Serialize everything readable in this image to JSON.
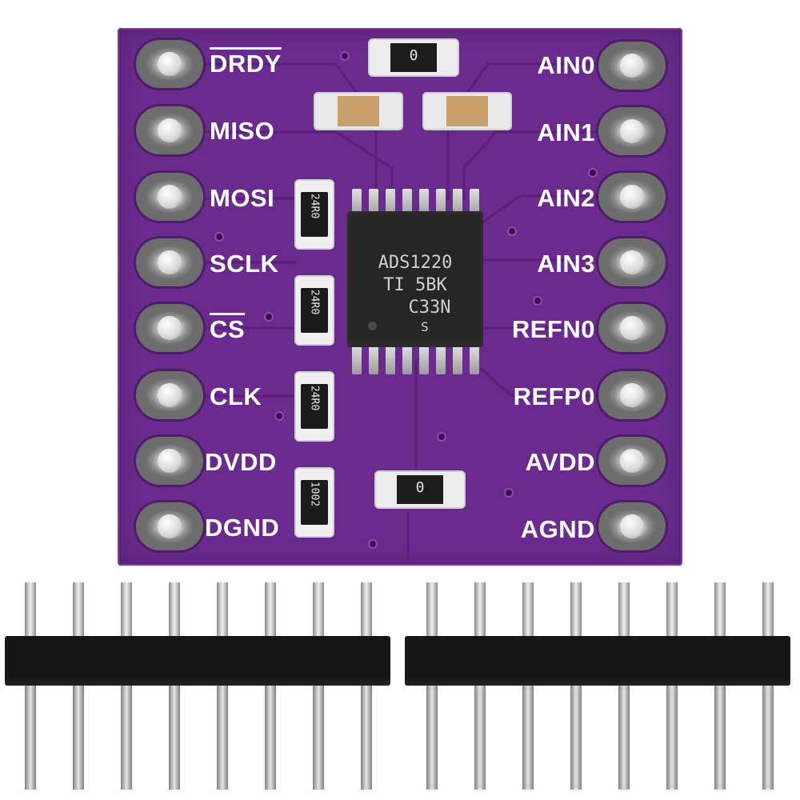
{
  "board": {
    "left_pins": [
      {
        "label": "DRDY",
        "overline": true
      },
      {
        "label": "MISO",
        "overline": false
      },
      {
        "label": "MOSI",
        "overline": false
      },
      {
        "label": "SCLK",
        "overline": false
      },
      {
        "label": "CS",
        "overline": true
      },
      {
        "label": "CLK",
        "overline": false
      },
      {
        "label": "DVDD",
        "overline": false
      },
      {
        "label": "DGND",
        "overline": false
      }
    ],
    "right_pins": [
      {
        "label": "AIN0"
      },
      {
        "label": "AIN1"
      },
      {
        "label": "AIN2"
      },
      {
        "label": "AIN3"
      },
      {
        "label": "REFN0"
      },
      {
        "label": "REFP0"
      },
      {
        "label": "AVDD"
      },
      {
        "label": "AGND"
      }
    ],
    "chip": {
      "line1": "ADS1220",
      "line2": "TI 5BK",
      "line3": "C33N",
      "line4": "S"
    },
    "resistors": [
      "24R0",
      "24R0",
      "24R0",
      "1002"
    ],
    "zero_ohm_top": "0",
    "zero_ohm_bottom": "0",
    "colors": {
      "pcb": "#6a2a8e",
      "silkscreen": "#ffffff",
      "chip": "#262626",
      "header": "#151515"
    }
  }
}
